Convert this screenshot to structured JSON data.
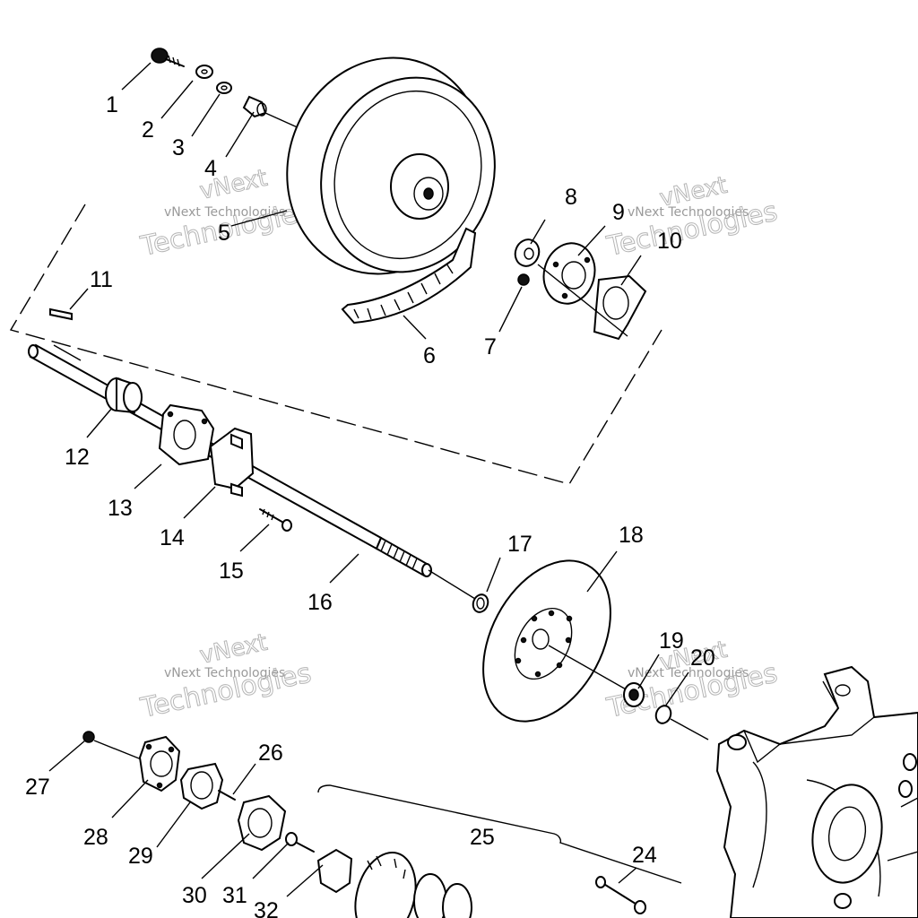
{
  "watermark": {
    "line1": "vNext Technologies",
    "line2": "vNext",
    "line3": "Technologies"
  },
  "callouts": {
    "p1": "1",
    "p2": "2",
    "p3": "3",
    "p4": "4",
    "p5": "5",
    "p6": "6",
    "p7": "7",
    "p8": "8",
    "p9": "9",
    "p10": "10",
    "p11": "11",
    "p12": "12",
    "p13": "13",
    "p14": "14",
    "p15": "15",
    "p16": "16",
    "p17": "17",
    "p18": "18",
    "p19": "19",
    "p20": "20",
    "p24": "24",
    "p25": "25",
    "p26": "26",
    "p27": "27",
    "p28": "28",
    "p29": "29",
    "p30": "30",
    "p31": "31",
    "p32": "32"
  }
}
